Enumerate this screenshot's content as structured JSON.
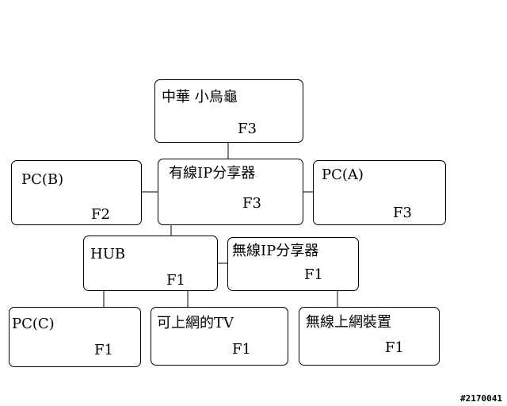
{
  "nodes": {
    "turtle": {
      "name": "中華 小烏龜",
      "floor": "F3"
    },
    "wired_router": {
      "name": "有線IP分享器",
      "floor": "F3"
    },
    "pc_b": {
      "name": "PC(B)",
      "floor": "F2"
    },
    "pc_a": {
      "name": "PC(A)",
      "floor": "F3"
    },
    "hub": {
      "name": "HUB",
      "floor": "F1"
    },
    "wireless_router": {
      "name": "無線IP分享器",
      "floor": "F1"
    },
    "pc_c": {
      "name": "PC(C)",
      "floor": "F1"
    },
    "tv": {
      "name": "可上網的TV",
      "floor": "F1"
    },
    "wireless_device": {
      "name": "無線上網裝置",
      "floor": "F1"
    }
  },
  "watermark": "#2170041"
}
